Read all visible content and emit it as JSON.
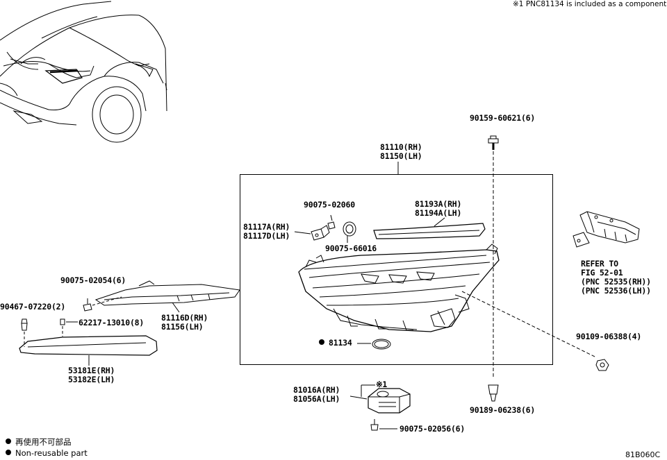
{
  "note": "※1 PNC81134 is included as a component",
  "figure_code": "81B060C",
  "legend": {
    "jp": "再使用不可部品",
    "en": "Non-reusable part"
  },
  "labels": {
    "p90159": "90159-60621(6)",
    "p81110": "81110(RH)",
    "p81150": "81150(LH)",
    "p90075_02060": "90075-02060",
    "p81117A": "81117A(RH)",
    "p81117D": "81117D(LH)",
    "p90075_66016": "90075-66016",
    "p81193A": "81193A(RH)",
    "p81194A": "81194A(LH)",
    "refer1": "REFER TO",
    "refer2": "FIG 52-01",
    "refer3": "(PNC 52535(RH))",
    "refer4": "(PNC 52536(LH))",
    "p90075_02054": "90075-02054(6)",
    "p90467": "90467-07220(2)",
    "p62217": "62217-13010(8)",
    "p81116D": "81116D(RH)",
    "p81156": "81156(LH)",
    "p53181E": "53181E(RH)",
    "p53182E": "53182E(LH)",
    "p81134": "81134",
    "p90109": "90109-06388(4)",
    "p81016A": "81016A(RH)",
    "p81056A": "81056A(LH)",
    "mark1": "※1",
    "p90189": "90189-06238(6)",
    "p90075_02056": "90075-02056(6)"
  }
}
